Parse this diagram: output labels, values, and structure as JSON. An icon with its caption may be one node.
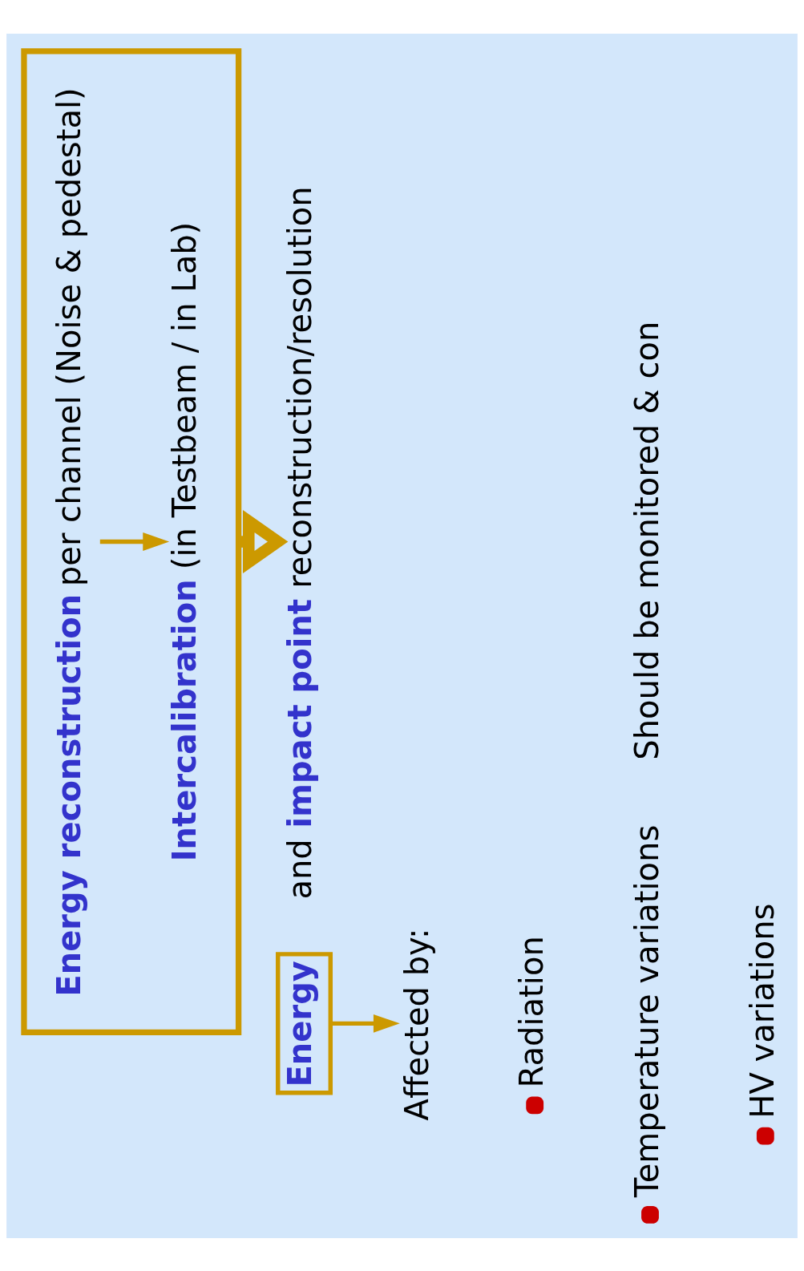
{
  "diagram": {
    "nodes": [
      {
        "text": [],
        "shape": "box"
      },
      {
        "text": [
          "**Energy reconstruction** per channel (Noise & pedestal)"
        ],
        "in": 0
      },
      {
        "text": [
          "**Intercalibration** (in Testbeam / in Lab)"
        ],
        "in": 0
      },
      {
        "text": [
          "**Energy**"
        ]
      },
      {
        "text": [
          "and **impact point** reconstruction/resolution"
        ]
      },
      {
        "text": [
          "Affected by:"
        ]
      },
      {
        "text": [
          "Radiation"
        ]
      },
      {
        "text": [
          "Temperature variations"
        ]
      },
      {
        "text": [
          "HV variations"
        ]
      }
    ],
    "edges": [
      {
        "from": 1,
        "to": 2,
        "arrow": "to"
      },
      {
        "from": 0,
        "to": 4,
        "arrow": "to",
        "style": "thick"
      },
      {
        "from": 3,
        "to": 5,
        "arrow": "to"
      }
    ],
    "labels": [
      "Should be monitored & con"
    ]
  }
}
